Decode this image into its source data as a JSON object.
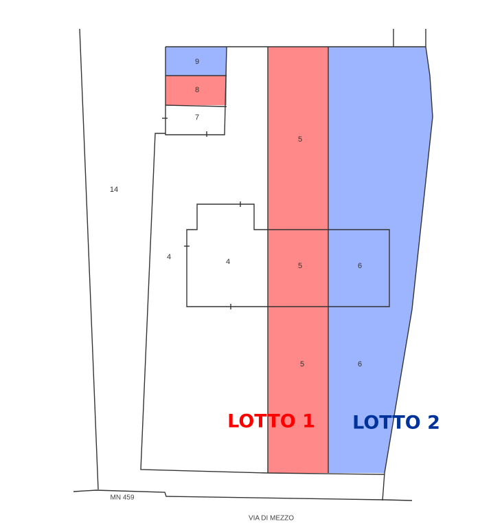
{
  "colors": {
    "lotto1_fill": "#ff8888",
    "lotto2_fill": "#9db4ff",
    "lotto1_text": "#ff0000",
    "lotto2_text": "#003399"
  },
  "parcels": {
    "p14": "14",
    "p4_left": "4",
    "p4_building": "4",
    "p5_top": "5",
    "p5_mid": "5",
    "p5_bottom": "5",
    "p6_mid": "6",
    "p6_bottom": "6",
    "p7": "7",
    "p8": "8",
    "p9": "9"
  },
  "lots": {
    "lotto1": "LOTTO 1",
    "lotto2": "LOTTO 2"
  },
  "labels": {
    "mn": "MN 459",
    "street": "VIA DI MEZZO"
  }
}
